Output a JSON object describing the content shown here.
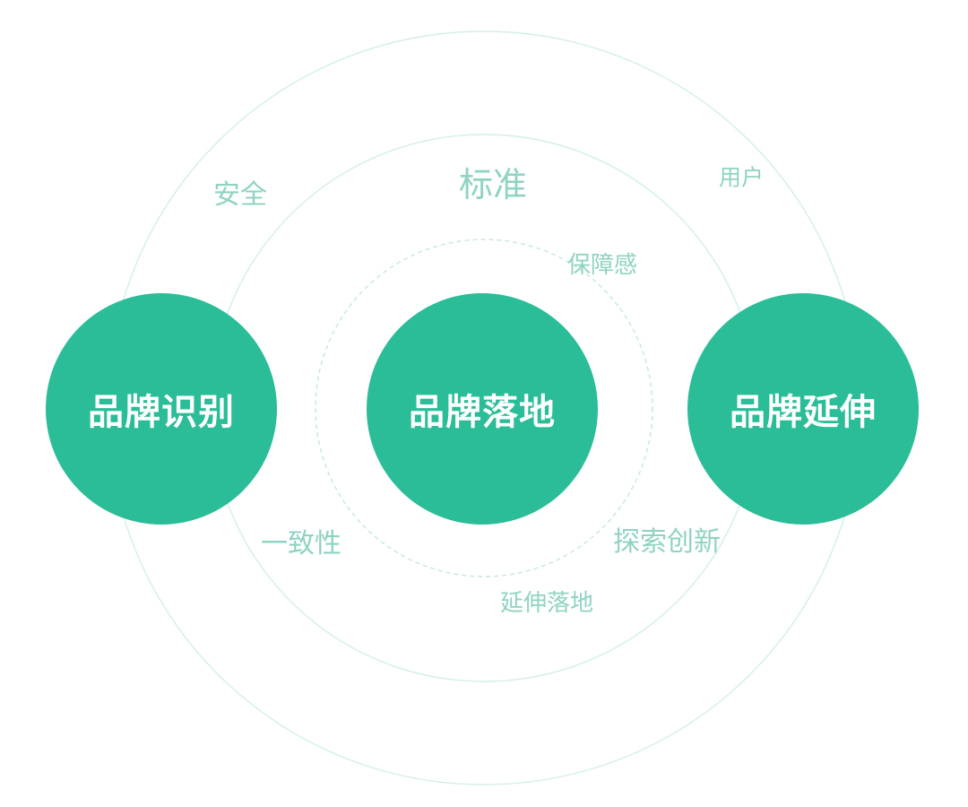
{
  "colors": {
    "node_fill": "#2bbd98",
    "node_text": "#ffffff",
    "ring_stroke": "#d3efe6",
    "label_text": "#8fd3c3"
  },
  "nodes": {
    "left": "品牌识别",
    "center": "品牌落地",
    "right": "品牌延伸"
  },
  "labels": {
    "safety": "安全",
    "standard": "标准",
    "user": "用户",
    "security_sense": "保障感",
    "consistency": "一致性",
    "explore_innovate": "探索创新",
    "extend_land": "延伸落地"
  }
}
